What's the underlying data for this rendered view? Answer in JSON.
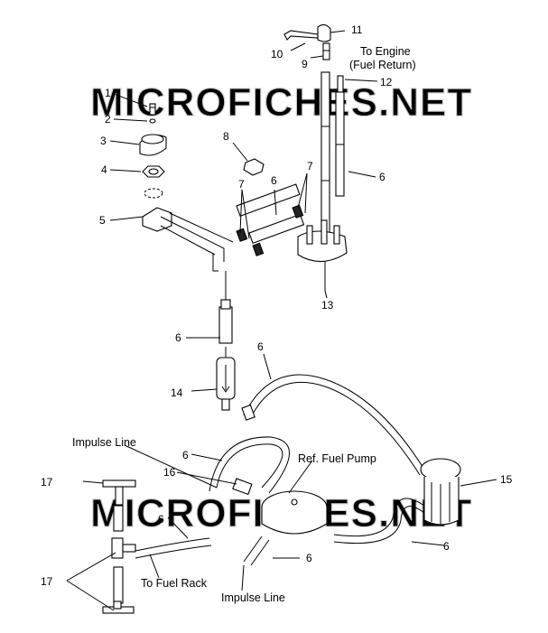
{
  "watermark": {
    "top": "MICROFICHES.NET",
    "bottom": "MICROFICHES.NET"
  },
  "labels": {
    "to_engine_line1": "To Engine",
    "to_engine_line2": "(Fuel Return)",
    "impulse_line_top": "Impulse Line",
    "impulse_line_bottom": "Impulse Line",
    "ref_fuel_pump": "Ref. Fuel Pump",
    "to_fuel_rack": "To Fuel Rack"
  },
  "callouts": {
    "p1": "1",
    "p2": "2",
    "p3": "3",
    "p4": "4",
    "p5": "5",
    "p6_hose_mid": "6",
    "p6_right": "6",
    "p6_filter": "6",
    "p6_long": "6",
    "p6_center": "6",
    "p6_left": "6",
    "p6_bottom": "6",
    "p6_bottom_right": "6",
    "p7_left": "7",
    "p7_right": "7",
    "p8": "8",
    "p9": "9",
    "p10": "10",
    "p11": "11",
    "p12": "12",
    "p13": "13",
    "p14": "14",
    "p15": "15",
    "p16": "16",
    "p17_top": "17",
    "p17_bottom": "17"
  }
}
